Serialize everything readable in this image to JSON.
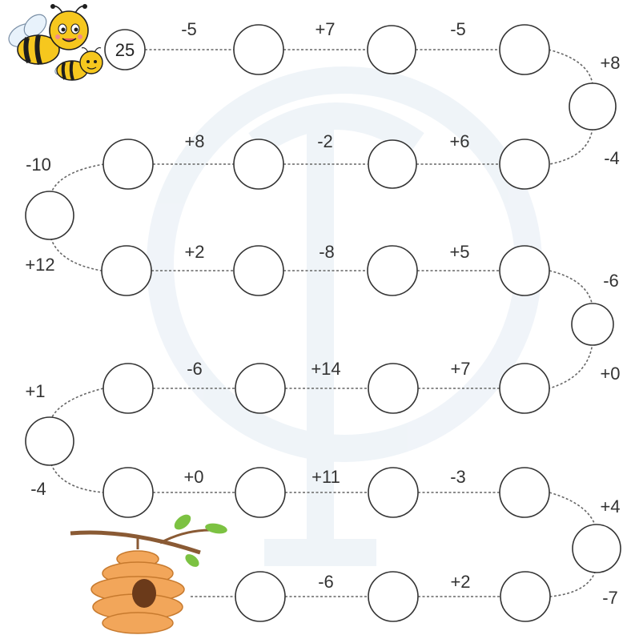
{
  "puzzle": {
    "start_value": "25",
    "row1_ops": [
      "-5",
      "+7",
      "-5"
    ],
    "turn1_ops": [
      "+8",
      "-4"
    ],
    "row2_ops": [
      "+8",
      "-2",
      "+6"
    ],
    "turn2_ops": [
      "-10",
      "+12"
    ],
    "row3_ops": [
      "+2",
      "-8",
      "+5"
    ],
    "turn3_ops": [
      "-6",
      "+0"
    ],
    "row4_ops": [
      "-6",
      "+14",
      "+7"
    ],
    "turn4_ops": [
      "+1",
      "-4"
    ],
    "row5_ops": [
      "+0",
      "+11",
      "-3"
    ],
    "turn5_ops": [
      "+4",
      "-7"
    ],
    "row6_ops": [
      "-6",
      "+2"
    ]
  },
  "colors": {
    "bee_yellow": "#f6c71e",
    "bee_black": "#1e1e1e",
    "hive": "#f2a65a",
    "hive_door": "#6b3a1a",
    "leaf": "#7cc242",
    "branch": "#8a5a34",
    "watermark": "#eef3f8"
  }
}
